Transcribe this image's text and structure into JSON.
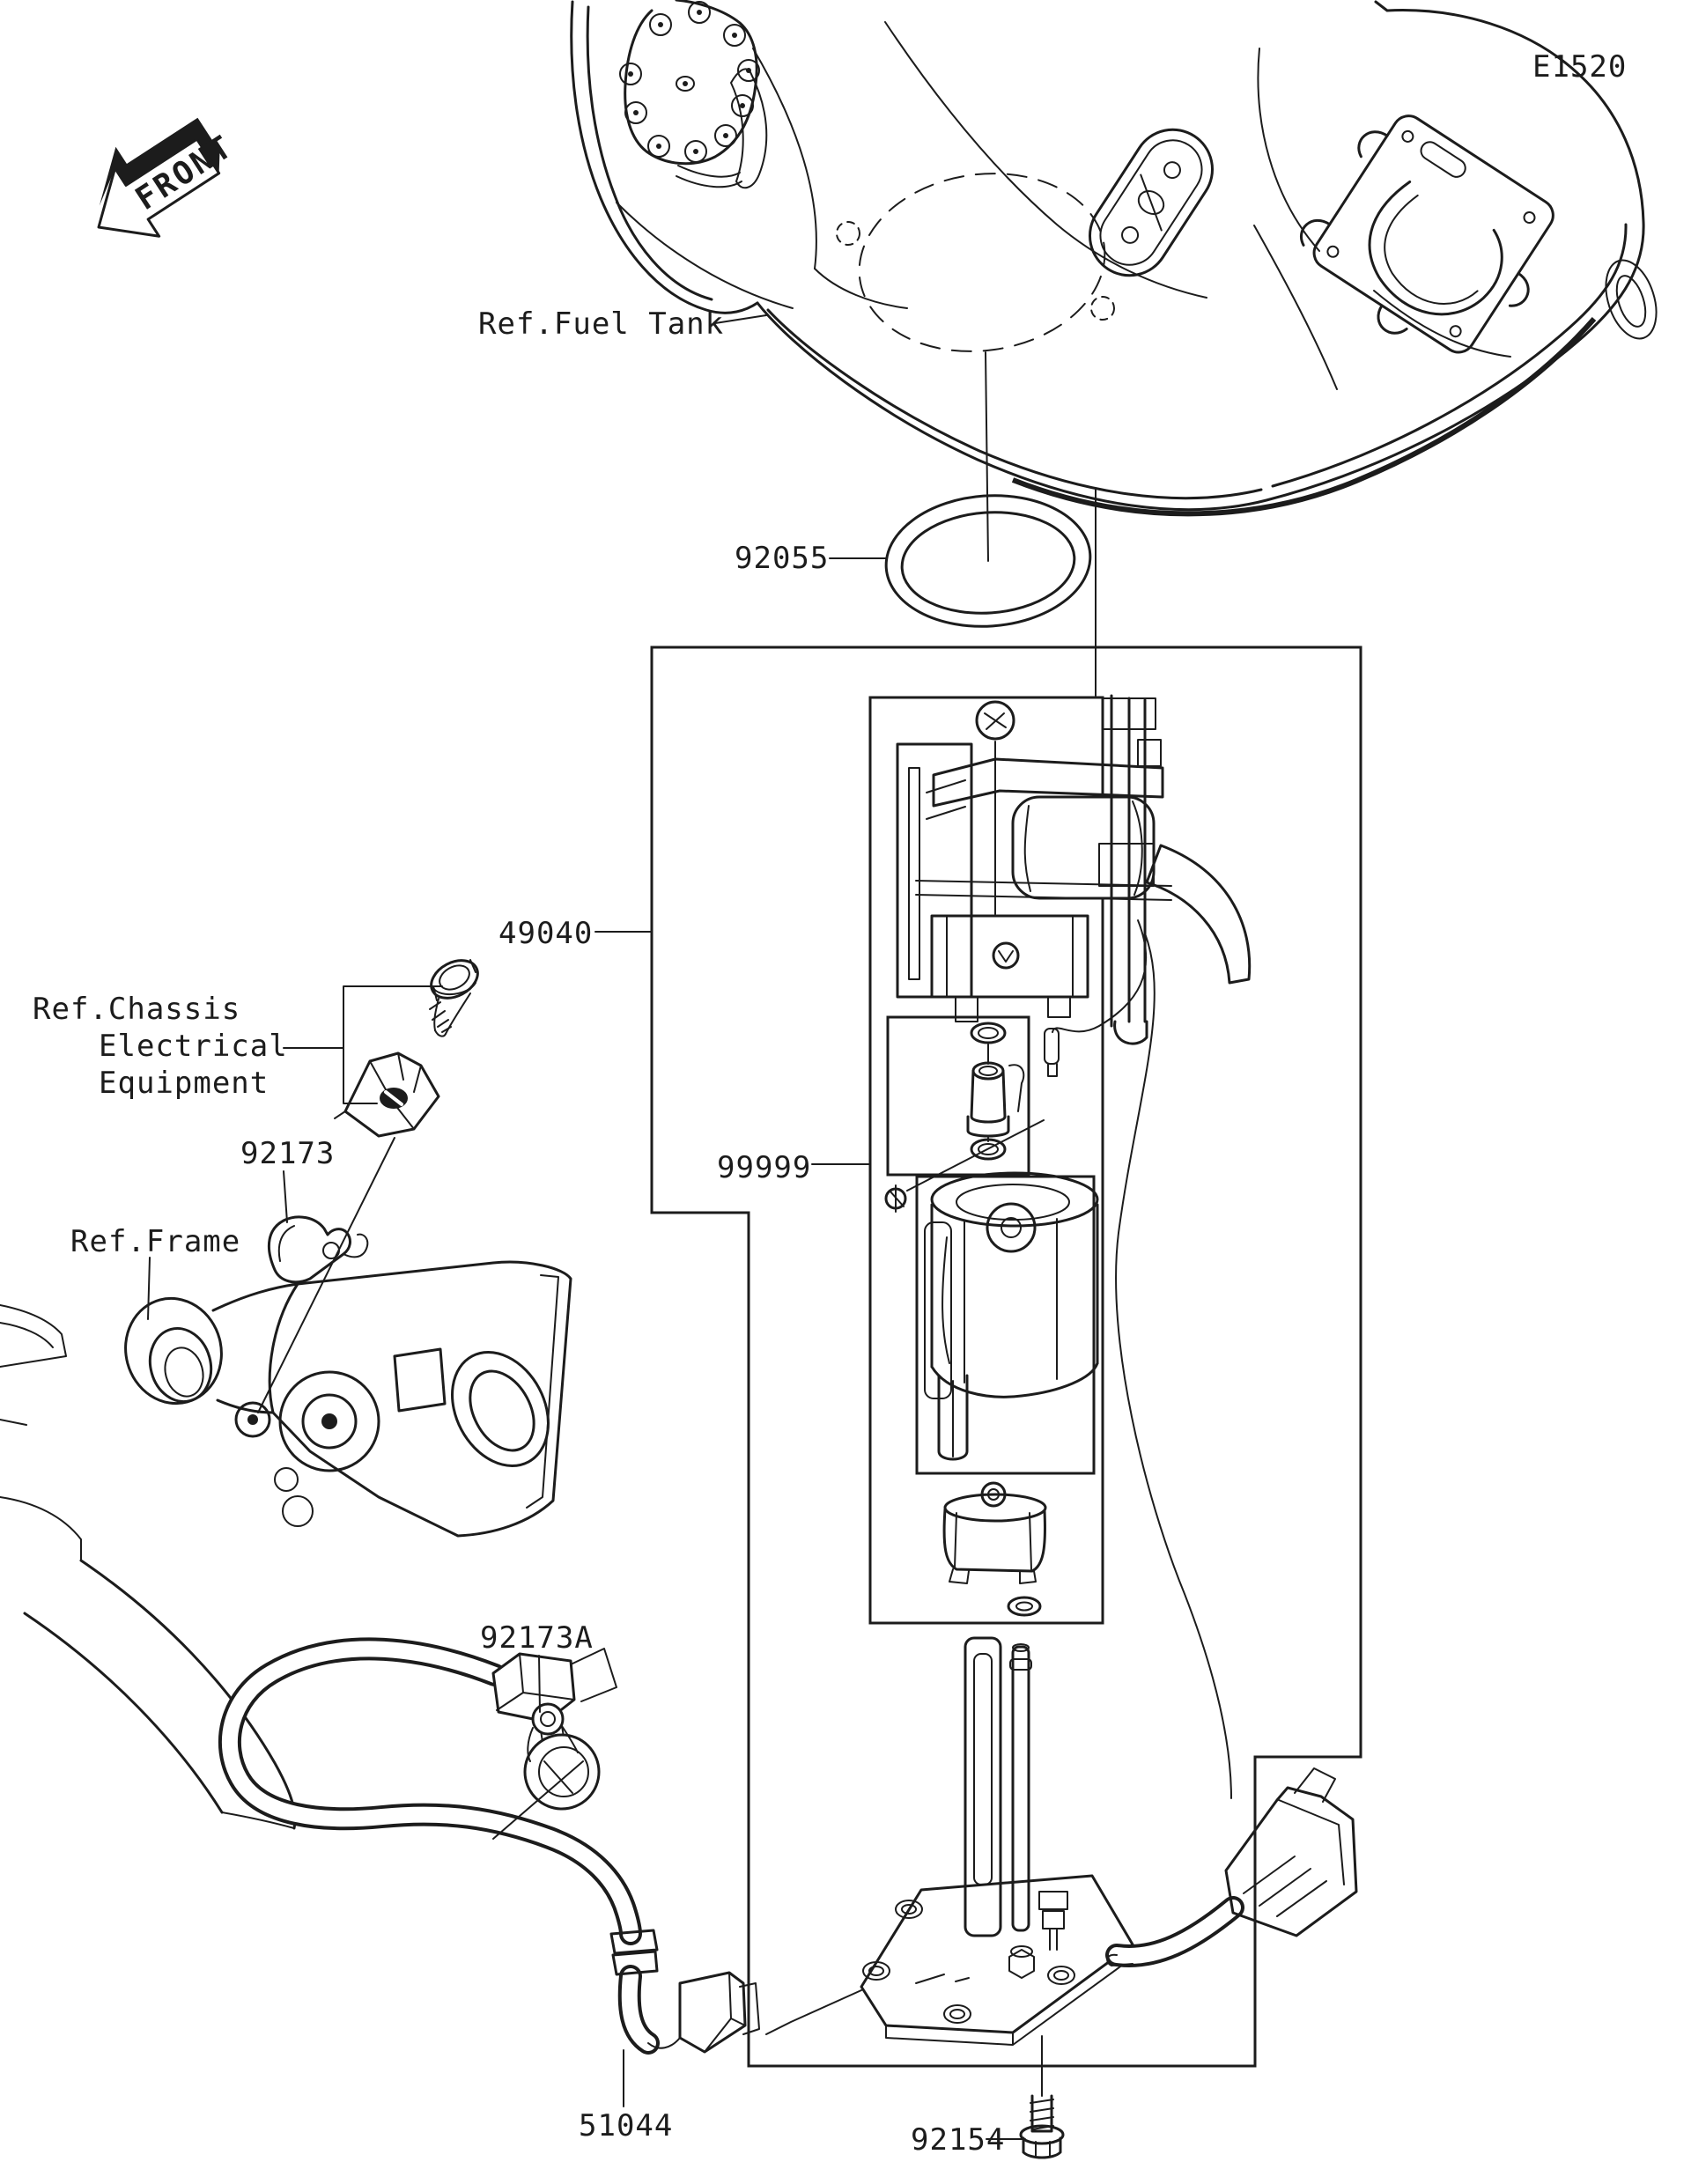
{
  "page": {
    "code": "E1520",
    "front_label": "FRONT"
  },
  "references": {
    "fuel_tank": "Ref.Fuel Tank",
    "chassis_line1": "Ref.Chassis",
    "chassis_line2": "Electrical",
    "chassis_line3": "Equipment",
    "frame": "Ref.Frame"
  },
  "parts": {
    "oring_gasket": "92055",
    "pump_assembly": "49040",
    "pump_unit": "99999",
    "clamp": "92173",
    "clamp_a": "92173A",
    "fuel_hose": "51044",
    "bolt": "92154"
  }
}
